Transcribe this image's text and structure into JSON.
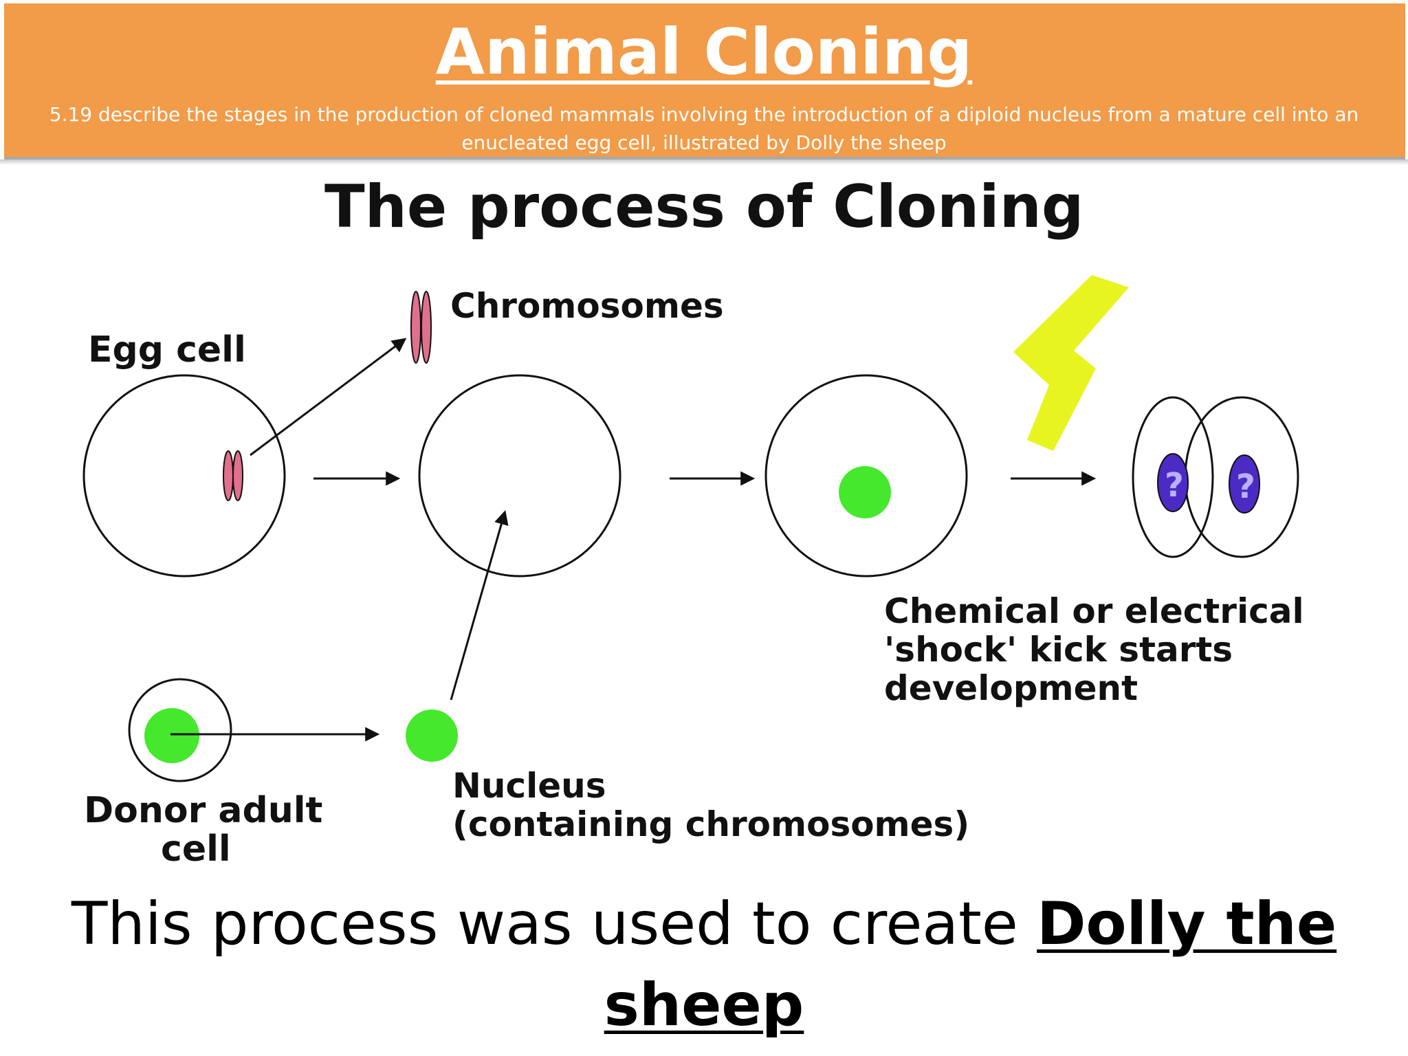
{
  "slide": {
    "title": "Animal Cloning",
    "spec": "5.19 describe the stages in the production of cloned mammals involving the introduction of a diploid nucleus from a mature cell into an enucleated egg cell, illustrated by Dolly the sheep"
  },
  "diagram": {
    "heading": "The process of Cloning",
    "labels": {
      "chromosomes": "Chromosomes",
      "egg_cell": "Egg cell",
      "donor_line1": "Donor adult",
      "donor_line2": "cell",
      "nucleus_line1": "Nucleus",
      "nucleus_line2": "(containing chromosomes)",
      "shock_line1": "Chemical or electrical",
      "shock_line2": "'shock' kick starts",
      "shock_line3": "development",
      "unknown_mark": "?"
    },
    "colors": {
      "nucleus": "#45e82c",
      "chromosome": "#e0708c",
      "lightning": "#e8f420",
      "embryo_nucleus": "#4b2bc4"
    }
  },
  "caption": {
    "text": "This process was used to create ",
    "emphasis": "Dolly the sheep"
  }
}
